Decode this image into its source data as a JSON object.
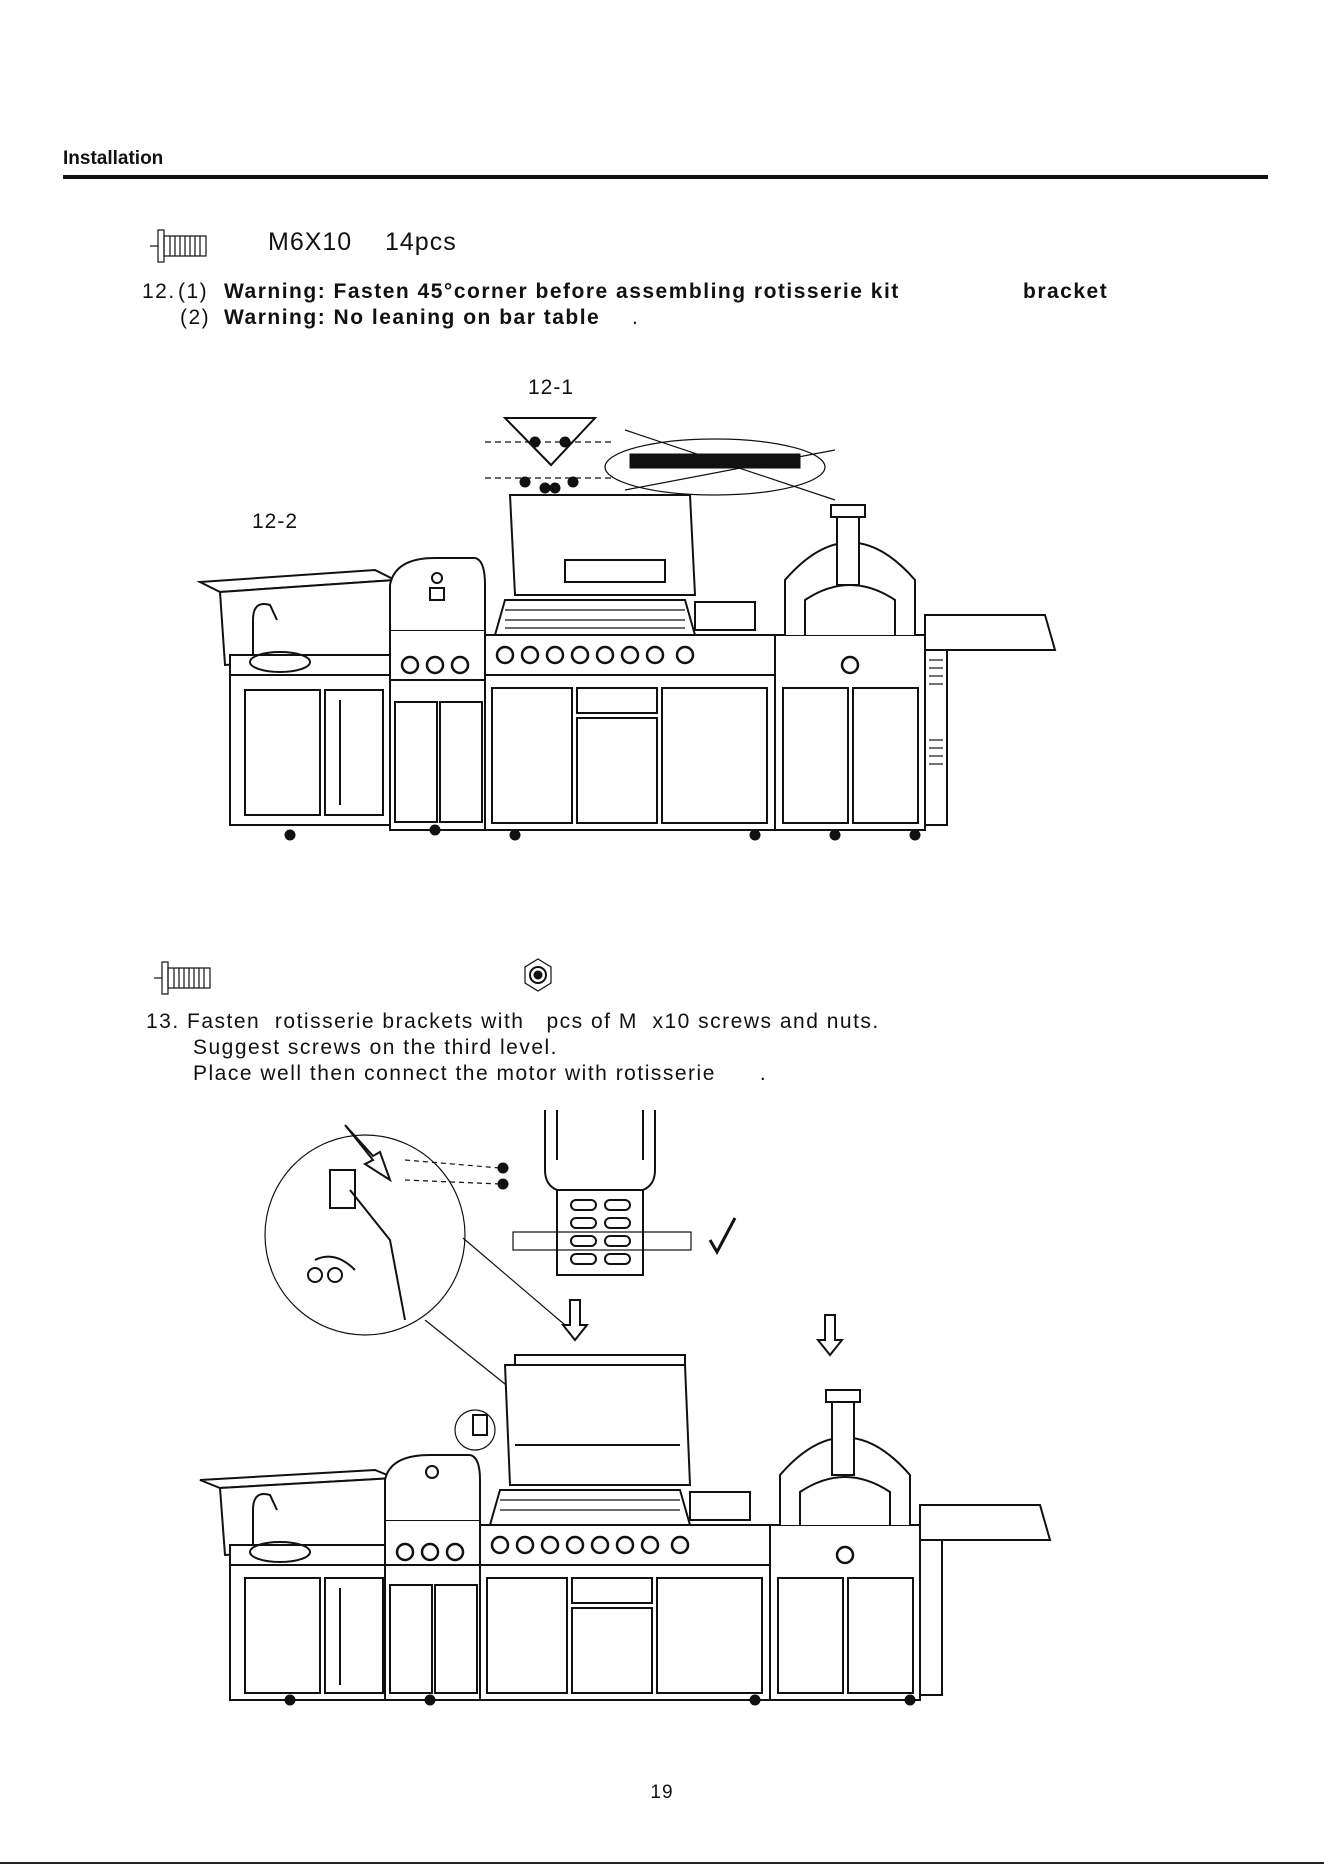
{
  "header": {
    "title": "Installation"
  },
  "step12": {
    "parts": {
      "spec": "M6X10",
      "qty": "14pcs"
    },
    "line1_num": "12.",
    "line1_sub": "(1)",
    "line1_text": "Warning: Fasten 45°corner before assembling rotisserie kit",
    "line1_tail": "bracket",
    "line2_sub": "(2)",
    "line2_text": "Warning: No leaning on bar table",
    "line2_end": ".",
    "fig_a": "12-1",
    "fig_b": "12-2"
  },
  "step13": {
    "line1": "13. Fasten  rotisserie brackets with   pcs of M  x10 screws and nuts.",
    "line2": "Suggest screws on the third level.",
    "line3": "Place well then connect the motor with rotisserie      ."
  },
  "footer": {
    "page_number": "19"
  },
  "icons": [
    "screw-icon",
    "nut-icon",
    "check-mark-icon",
    "down-arrow-icon"
  ]
}
